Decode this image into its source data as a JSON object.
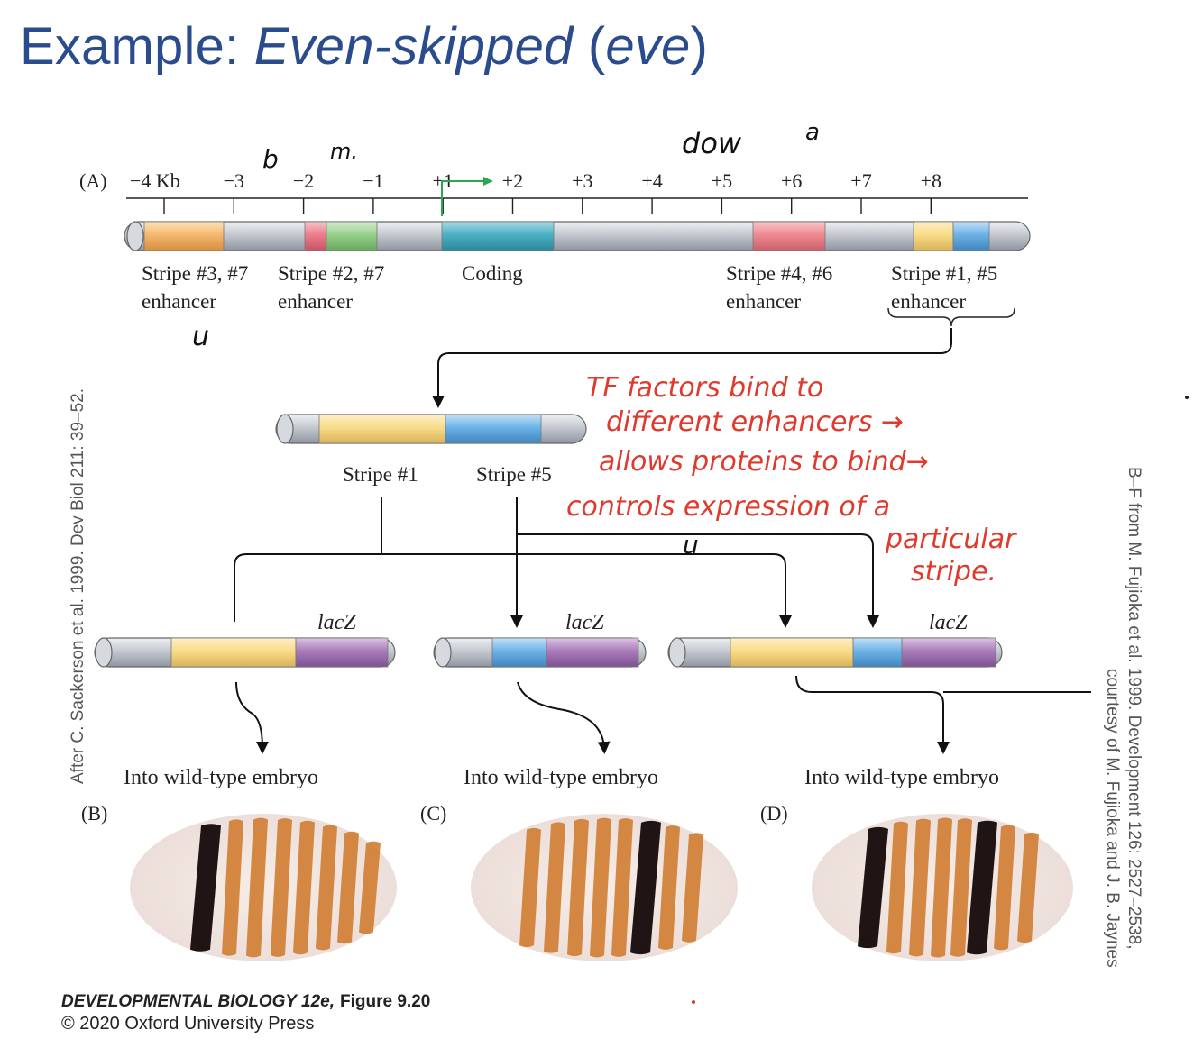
{
  "title": {
    "prefix": "Example: ",
    "gene": "Even-skipped",
    "abbr_open": " (",
    "abbr": "eve",
    "abbr_close": ")"
  },
  "panel_a": {
    "label": "(A)",
    "ticks": [
      {
        "label": "−4 Kb",
        "kb": -4
      },
      {
        "label": "−3",
        "kb": -3
      },
      {
        "label": "−2",
        "kb": -2
      },
      {
        "label": "−1",
        "kb": -1
      },
      {
        "label": "+1",
        "kb": 1
      },
      {
        "label": "+2",
        "kb": 2
      },
      {
        "label": "+3",
        "kb": 3
      },
      {
        "label": "+4",
        "kb": 4
      },
      {
        "label": "+5",
        "kb": 5
      },
      {
        "label": "+6",
        "kb": 6
      },
      {
        "label": "+7",
        "kb": 7
      },
      {
        "label": "+8",
        "kb": 8
      }
    ],
    "labels": [
      {
        "line1": "Stripe #3, #7",
        "line2": "enhancer"
      },
      {
        "line1": "Stripe #2, #7",
        "line2": "enhancer"
      },
      {
        "line1": "Coding",
        "line2": ""
      },
      {
        "line1": "Stripe #4, #6",
        "line2": "enhancer"
      },
      {
        "line1": "Stripe #1, #5",
        "line2": "enhancer"
      }
    ]
  },
  "construct": {
    "stripe1": "Stripe #1",
    "stripe5": "Stripe #5"
  },
  "reporter": {
    "label": "lacZ"
  },
  "injection": {
    "label": "Into wild-type embryo"
  },
  "panels": {
    "b": "(B)",
    "c": "(C)",
    "d": "(D)"
  },
  "credits": {
    "left": "After C. Sackerson et al. 1999. Dev Biol 211: 39–52.",
    "right1": "B–F from M. Fujioka et al. 1999. Development 126: 2527–2538,",
    "right2": "courtesy of M. Fujioka and J. B. Jaynes"
  },
  "footer": {
    "book": "DEVELOPMENTAL BIOLOGY 12e,",
    "figure": "Figure 9.20",
    "copyright": "© 2020 Oxford University Press"
  },
  "annotations": {
    "handwritten_lines": [
      "TF factors bind to",
      "different enhancers →",
      "allows proteins to bind→",
      "controls expression of a",
      "particular",
      "stripe."
    ],
    "scribbles": [
      "b",
      "m.",
      "dow",
      "a",
      "u",
      "u"
    ]
  },
  "colors": {
    "title": "#2a4b8d",
    "rod": "#c4c9d0",
    "stripe37": "#f5b870",
    "stripe27_pink": "#ee7d8c",
    "stripe27_green": "#97d08c",
    "coding": "#4bb1c4",
    "stripe46": "#ef8a92",
    "yellow": "#f9dc89",
    "blue": "#6db2e6",
    "lacz": "#a97bb9",
    "promoter": "#2da651",
    "annotation": "#e03a2c"
  }
}
